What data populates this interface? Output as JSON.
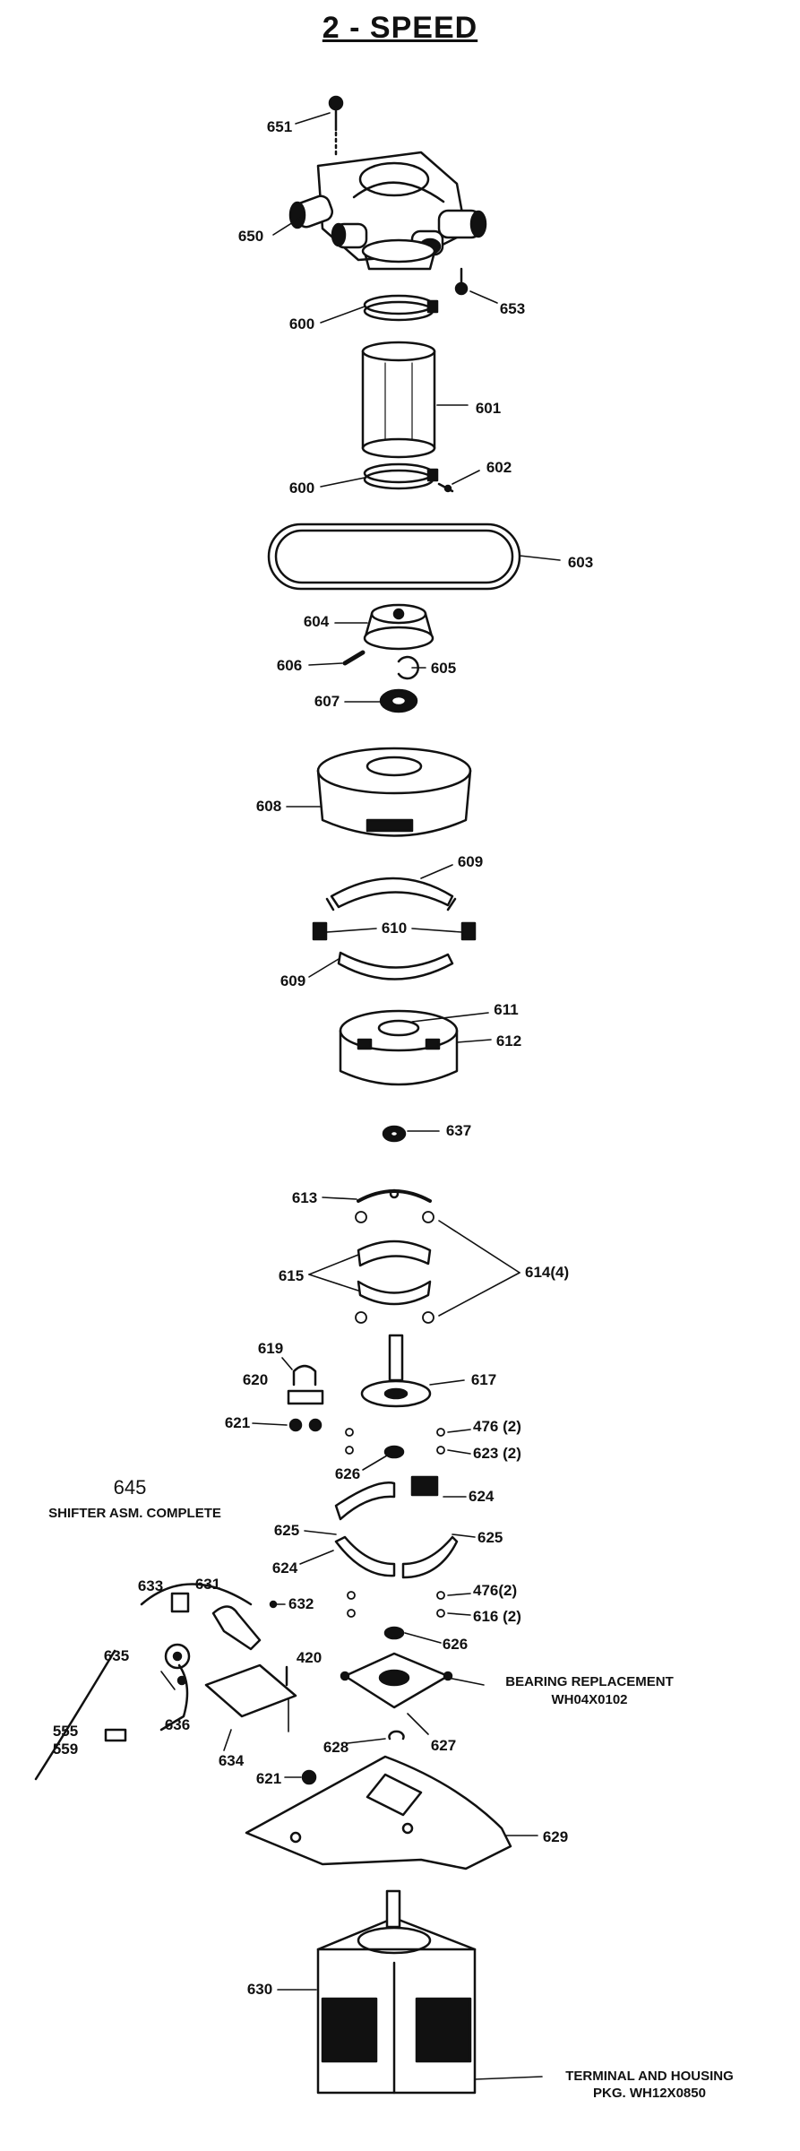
{
  "title": "2 - SPEED",
  "callouts": {
    "c651": "651",
    "c650": "650",
    "c653": "653",
    "c600a": "600",
    "c601": "601",
    "c600b": "600",
    "c602": "602",
    "c603": "603",
    "c604": "604",
    "c606": "606",
    "c605": "605",
    "c607": "607",
    "c608": "608",
    "c609a": "609",
    "c610": "610",
    "c609b": "609",
    "c611": "611",
    "c612": "612",
    "c637": "637",
    "c613": "613",
    "c615": "615",
    "c614": "614(4)",
    "c619": "619",
    "c620": "620",
    "c621a": "621",
    "c617": "617",
    "c476a": "476 (2)",
    "c623": "623 (2)",
    "c626a": "626",
    "c624a": "624",
    "c625a": "625",
    "c625b": "625",
    "c624b": "624",
    "c476b": "476(2)",
    "c616": "616 (2)",
    "c632": "632",
    "c626b": "626",
    "c633": "633",
    "c631": "631",
    "c635": "635",
    "c420": "420",
    "c636": "636",
    "c634": "634",
    "c555": "555",
    "c559": "559",
    "c628": "628",
    "c627": "627",
    "c621b": "621",
    "c629": "629",
    "c630": "630",
    "c645": "645"
  },
  "notes": {
    "shifter": "SHIFTER ASM. COMPLETE",
    "bearing_title": "BEARING REPLACEMENT",
    "bearing_pkg": "WH04X0102",
    "terminal_title": "TERMINAL AND HOUSING",
    "terminal_pkg": "PKG. WH12X0850"
  }
}
